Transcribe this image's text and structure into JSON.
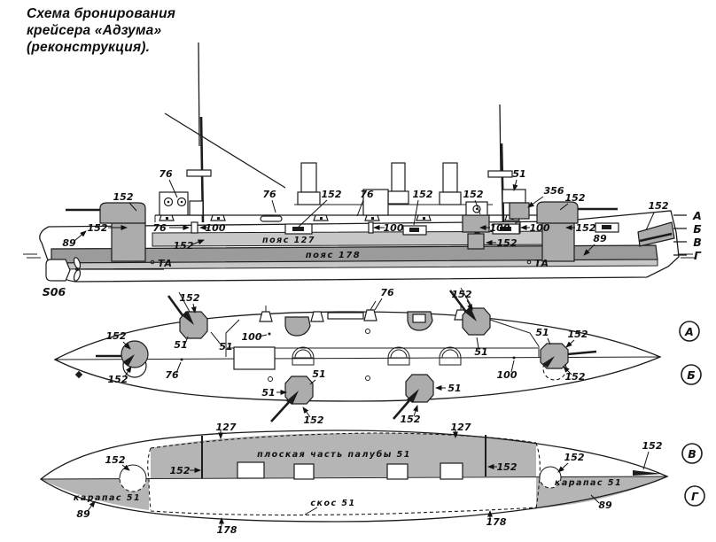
{
  "title": {
    "line1": "Схема бронирования",
    "line2": "крейсера «Адзума»",
    "line3": "(реконструкция)."
  },
  "signature": "S06",
  "side_view": {
    "belts": {
      "upper": "пояс 127",
      "main": "пояс 178"
    },
    "ta": "ТА",
    "levels": {
      "a": "А",
      "b": "Б",
      "v": "В",
      "g": "Г"
    },
    "dims": {
      "stern89": "89",
      "turret_aft152": "152",
      "gun76_aft": "76",
      "barbette152_aft": "152",
      "trunk76": "76",
      "trunk100_aft": "100",
      "lower152_aft": "152",
      "mid76_1": "76",
      "mid152_1": "152",
      "mid76_2": "76",
      "mid152_2": "152",
      "mid152_3": "152",
      "trunk100_mid": "100",
      "ct_roof51": "51",
      "ct356": "356",
      "turret_fwd152": "152",
      "trunk100_f1": "100",
      "trunk100_f2": "100",
      "case152_fwd": "152",
      "lower152_fwd": "152",
      "bow89": "89",
      "bow152": "152"
    }
  },
  "plan_ab": {
    "markers": {
      "a": "А",
      "b": "Б"
    },
    "dims": {
      "turret_bow152_top": "152",
      "turret_bow152_bot": "152",
      "case152_fwd": "152",
      "case51_fwd_a": "51",
      "case51_fwd_b": "51",
      "deck76": "76",
      "hoist100_fwd": "100",
      "gun76_top": "76",
      "turret_aft152": "152",
      "turret_aft51": "51",
      "hoist100_aft": "100",
      "turret_stern51": "51",
      "turret_stern152_top": "152",
      "turret_stern152_bot": "152",
      "case51_b1_left": "51",
      "case51_b1_top": "51",
      "case152_b1": "152",
      "case152_b2": "152",
      "case51_b2": "51"
    }
  },
  "plan_vg": {
    "markers": {
      "v": "В",
      "g": "Г"
    },
    "deck_flat": "плоская часть палубы 51",
    "skos": "скос 51",
    "carapace_left": "карапас 51",
    "carapace_right": "карапас 51",
    "dims": {
      "bulkhead127_left": "127",
      "bulkhead127_right": "127",
      "deck152_left": "152",
      "deck152_right": "152",
      "barbette152_left": "152",
      "barbette152_right": "152",
      "bow152": "152",
      "shell89_left": "89",
      "shell89_right": "89",
      "belt178_left": "178",
      "belt178_right": "178"
    }
  }
}
